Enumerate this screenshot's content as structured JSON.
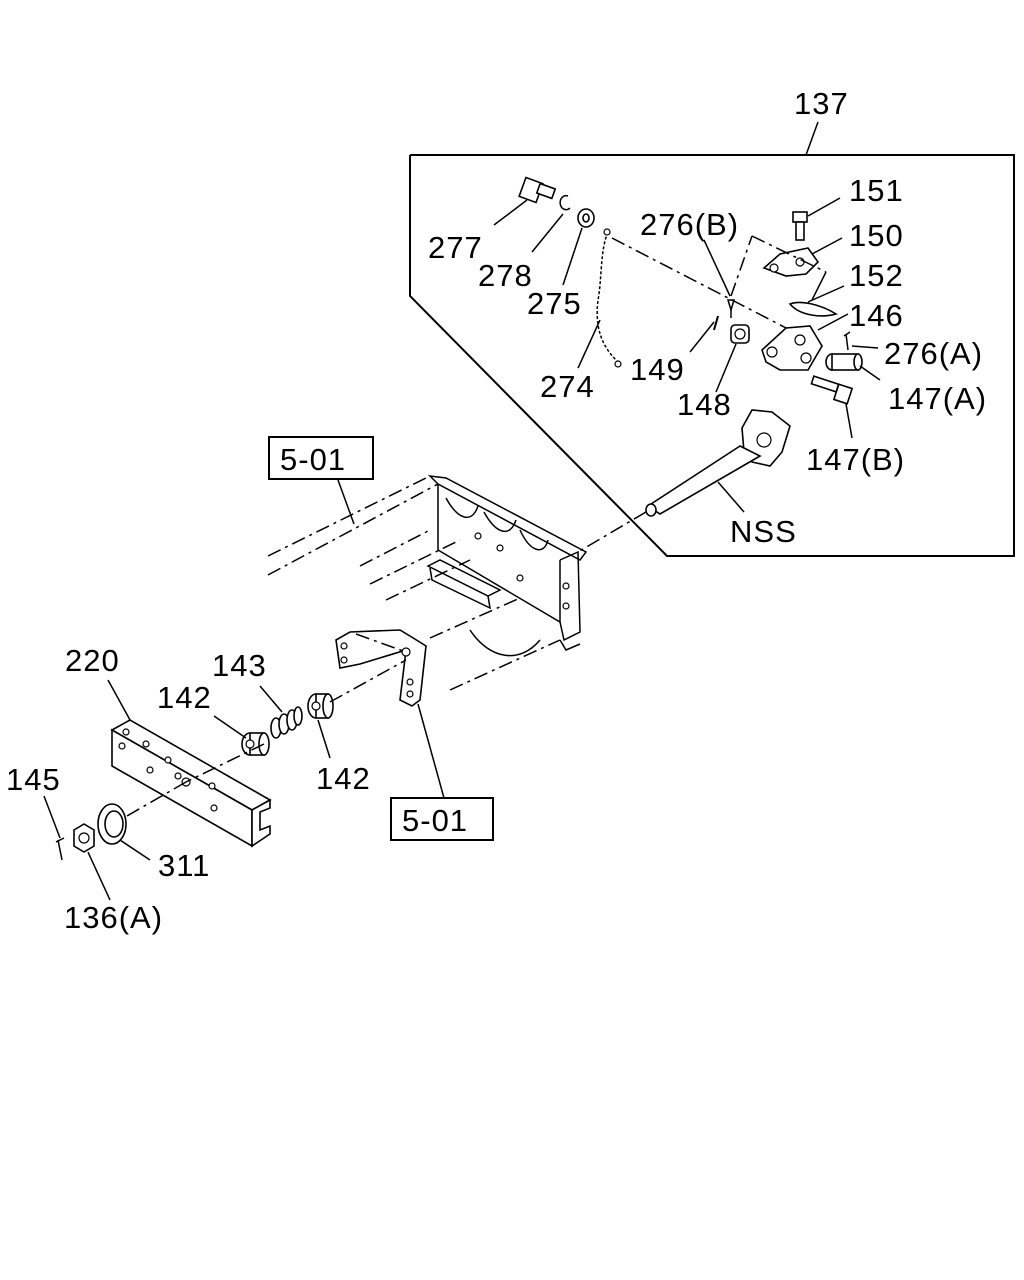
{
  "callouts": {
    "c137": "137",
    "c151": "151",
    "c150": "150",
    "c152": "152",
    "c146": "146",
    "c276a": "276(A)",
    "c276b": "276(B)",
    "c147a": "147(A)",
    "c147b": "147(B)",
    "c148": "148",
    "c149": "149",
    "c277": "277",
    "c278": "278",
    "c275": "275",
    "c274": "274",
    "cnss": "NSS",
    "c220": "220",
    "c143": "143",
    "c142_left": "142",
    "c142_right": "142",
    "c145": "145",
    "c311": "311",
    "c136a": "136(A)"
  },
  "refs": {
    "frame_top": "5-01",
    "frame_bottom": "5-01"
  }
}
